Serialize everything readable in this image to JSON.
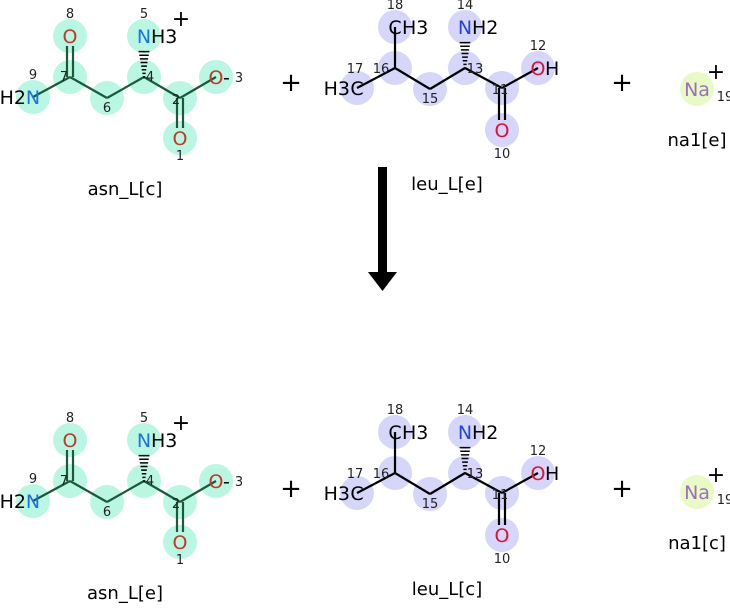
{
  "reaction": {
    "reactants": [
      {
        "id": "asn",
        "name": "asn_L[c]"
      },
      {
        "id": "leu",
        "name": "leu_L[e]"
      },
      {
        "id": "na",
        "name": "na1[e]"
      }
    ],
    "products": [
      {
        "id": "asn",
        "name": "asn_L[e]"
      },
      {
        "id": "leu",
        "name": "leu_L[c]"
      },
      {
        "id": "na",
        "name": "na1[c]"
      }
    ],
    "plus": "+",
    "arrow_icon": "down-arrow-icon"
  },
  "molecules": {
    "asn": {
      "highlight_color": "#b9f7e3",
      "atoms": [
        {
          "n": "1",
          "label": "O",
          "color": "#c0392b"
        },
        {
          "n": "2",
          "label": "",
          "color": "#000"
        },
        {
          "n": "3",
          "label": "O",
          "suffix": "-",
          "color": "#c0392b"
        },
        {
          "n": "4",
          "label": "",
          "color": "#000"
        },
        {
          "n": "5",
          "label": "N",
          "suffix": "H3",
          "charge": "+",
          "color": "#1a73e8"
        },
        {
          "n": "6",
          "label": "",
          "color": "#000"
        },
        {
          "n": "7",
          "label": "",
          "color": "#000"
        },
        {
          "n": "8",
          "label": "O",
          "color": "#c0392b"
        },
        {
          "n": "9",
          "label": "N",
          "prefix": "H2",
          "color": "#1a73e8"
        }
      ]
    },
    "leu": {
      "highlight_color": "#d6d6fa",
      "atoms": [
        {
          "n": "10",
          "label": "O",
          "color": "#e0103a"
        },
        {
          "n": "11",
          "label": "",
          "color": "#000"
        },
        {
          "n": "12",
          "label": "O",
          "suffix": "H",
          "color": "#e0103a"
        },
        {
          "n": "13",
          "label": "",
          "color": "#000"
        },
        {
          "n": "14",
          "label": "N",
          "suffix": "H2",
          "color": "#2244dd"
        },
        {
          "n": "15",
          "label": "",
          "color": "#000"
        },
        {
          "n": "16",
          "label": "",
          "color": "#000"
        },
        {
          "n": "17",
          "label": "C",
          "prefix": "H3",
          "color": "#000"
        },
        {
          "n": "18",
          "label": "C",
          "suffix": "H3",
          "color": "#000"
        }
      ]
    },
    "na": {
      "highlight_color": "#e9fbc4",
      "atoms": [
        {
          "n": "19",
          "label": "Na",
          "charge": "+",
          "color": "#9b6fc0"
        }
      ]
    }
  }
}
